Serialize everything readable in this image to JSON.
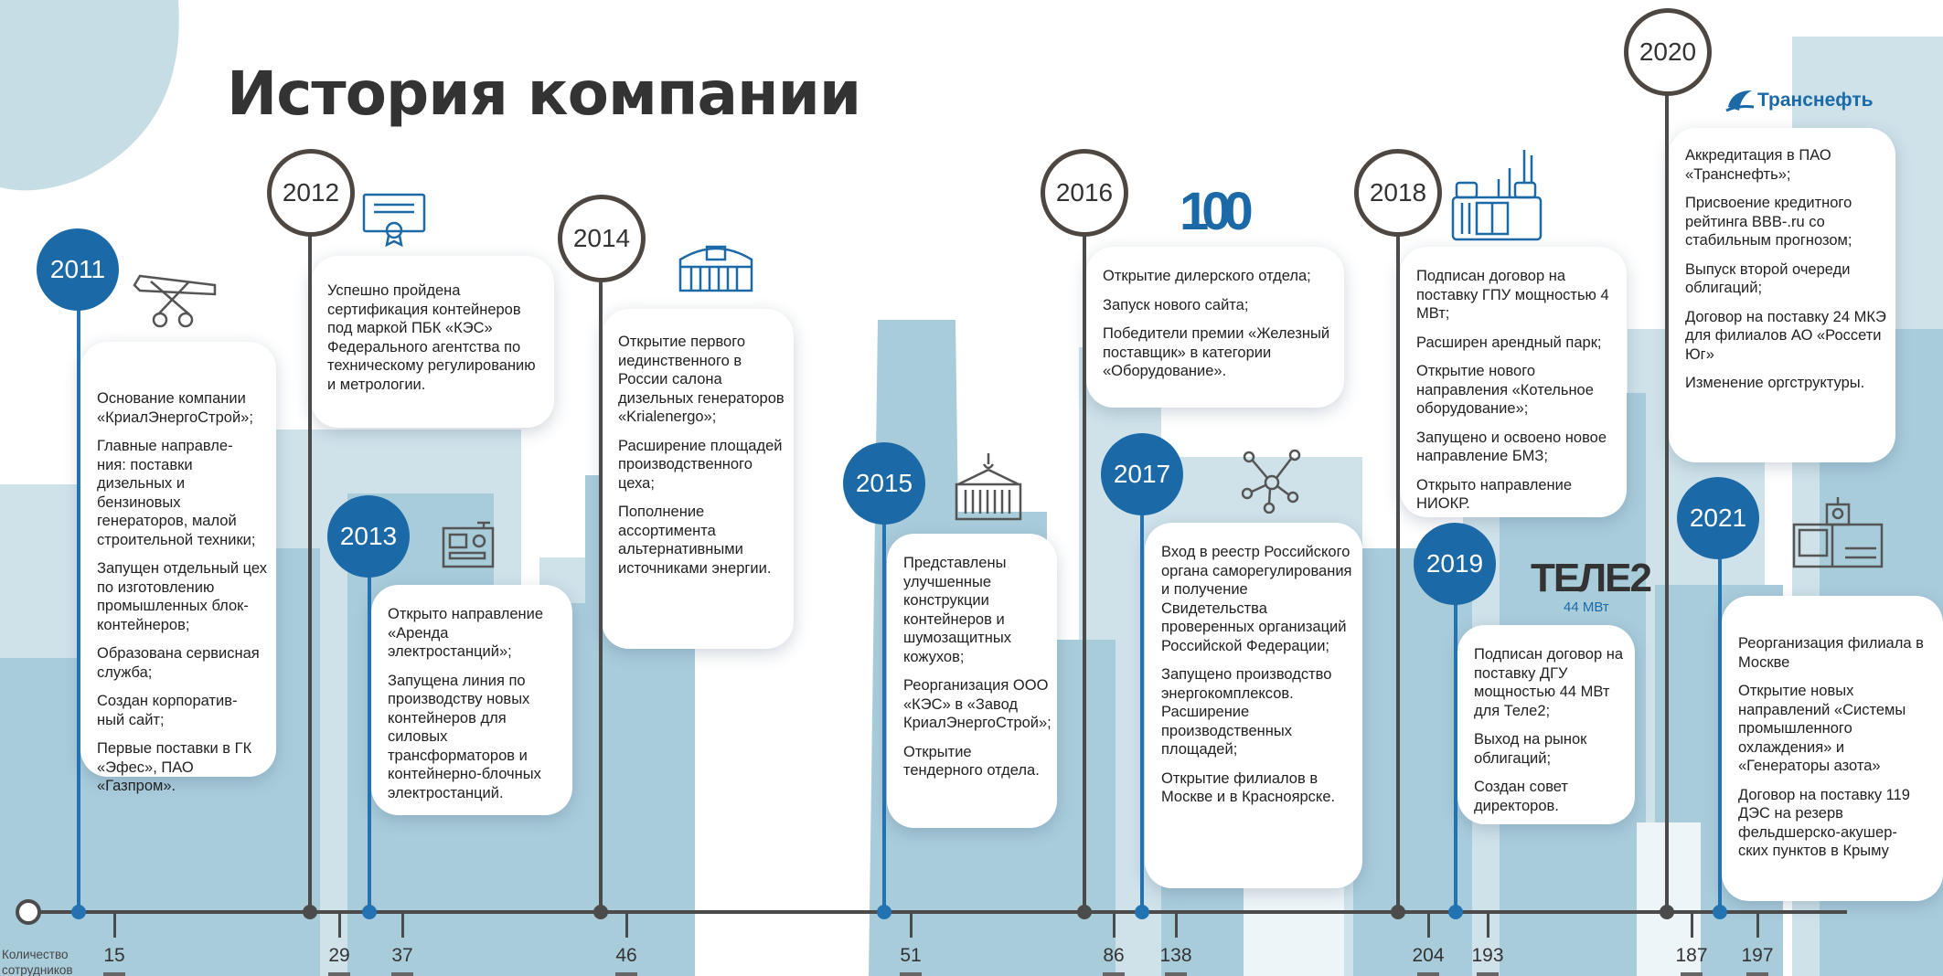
{
  "title": "История компании",
  "colors": {
    "accent": "#1b6aa7",
    "line_blue": "#2373b3",
    "line_gray": "#4b4b4b",
    "skyline": "#a9ccdb"
  },
  "milestones": [
    {
      "year": "2011",
      "items": [
        "Основание компании «КриалЭнергоСтрой»;",
        "Главные направле-\nния:  поставки дизельных и бензиновых генераторов, малой строительной техники;",
        "Запущен отдельный цех по изготовлению промышленных блок-контейнеров;",
        "Образована сервисная служба;",
        "Создан корпоратив-\nный сайт;",
        "Первые поставки в ГК «Эфес», ПАО «Газпром»."
      ]
    },
    {
      "year": "2012",
      "items": [
        "Успешно пройдена сертификация контейнеров под маркой ПБК «КЭС» Федерального агентства по техническому регулированию и метрологии."
      ]
    },
    {
      "year": "2013",
      "items": [
        "Открыто направление «Аренда электростанций»;",
        "Запущена линия по производству новых контейнеров для силовых трансформаторов и контейнерно-блочных электростанций."
      ]
    },
    {
      "year": "2014",
      "items": [
        "Открытие первого иединственного в России салона дизельных генераторов «Krialenergo»;",
        "Расширение площадей производственного цеха;",
        "Пополнение ассортимента альтернативными источниками энергии."
      ]
    },
    {
      "year": "2015",
      "items": [
        "Представлены улучшенные конструкции контейнеров и шумозащитных кожухов;",
        "Реорганизация ООО «КЭС» в «Завод КриалЭнергоСтрой»;",
        "Открытие тендерного отдела."
      ]
    },
    {
      "year": "2016",
      "items": [
        "Открытие дилерского отдела;",
        "Запуск нового сайта;",
        "Победители премии «Железный поставщик» в категории «Оборудование»."
      ]
    },
    {
      "year": "2017",
      "items": [
        "Вход в реестр Российского органа саморегулирования и получение Свидетельства проверенных организаций Российской Федерации;",
        "Запущено производство энергокомплексов. Расширение производственных площадей;",
        "Открытие филиалов в Москве и в Красноярске."
      ]
    },
    {
      "year": "2018",
      "items": [
        "Подписан договор на поставку ГПУ мощностью 4 МВт;",
        "Расширен арендный парк;",
        "Открытие нового направления «Котельное оборудование»;",
        "Запущено и освоено новое направление БМЗ;",
        "Открыто направление НИОКР."
      ]
    },
    {
      "year": "2019",
      "items": [
        "Подписан договор на поставку  ДГУ мощностью 44 МВт для Теле2;",
        "Выход на рынок облигаций;",
        "Создан совет директоров."
      ]
    },
    {
      "year": "2020",
      "items": [
        "Аккредитация в ПАО «Транснефть»;",
        "Присвоение кредитного рейтинга BBB-.ru со стабильным прогнозом;",
        "Выпуск второй очереди облигаций;",
        "Договор на поставку 24 МКЭ для филиалов АО «Россети Юг»",
        "Изменение оргструктуры."
      ]
    },
    {
      "year": "2021",
      "items": [
        "Реорганизация филиала в Москве",
        "Открытие новых направлений «Системы промышленного охлаждения» и «Генераторы азота»",
        "Договор на поставку 119 ДЭС на резерв фельдшерско-акушер-\nских пунктов в Крыму"
      ]
    }
  ],
  "employees": {
    "label": "Количество\nсотрудников",
    "counts": [
      "15",
      "29",
      "37",
      "46",
      "51",
      "86",
      "138",
      "204",
      "193",
      "187",
      "197"
    ]
  },
  "logos": {
    "hundred": "100",
    "tele2": "ТЕЛЕ2",
    "tele2_sub": "44 МВт",
    "transneft": "Транснефть"
  },
  "icons": [
    "hammer-wrench-icon",
    "certificate-icon",
    "generator-icon",
    "building-icon",
    "container-icon",
    "network-icon",
    "industrial-plant-icon",
    "compressor-icon"
  ]
}
